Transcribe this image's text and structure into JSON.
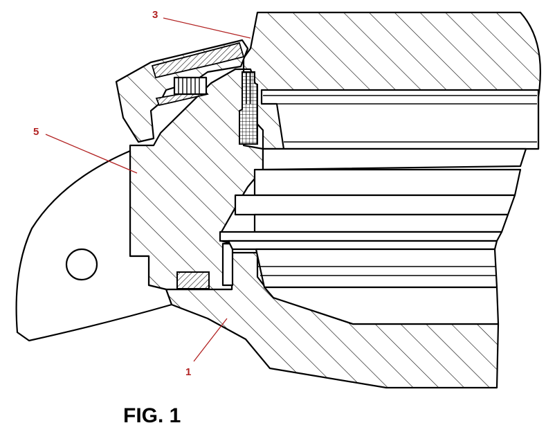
{
  "figure": {
    "caption": "FIG. 1"
  },
  "references": {
    "ref1": "1",
    "ref3": "3",
    "ref5": "5"
  },
  "colors": {
    "line": "#000000",
    "leader": "#b22222",
    "background": "#ffffff"
  }
}
